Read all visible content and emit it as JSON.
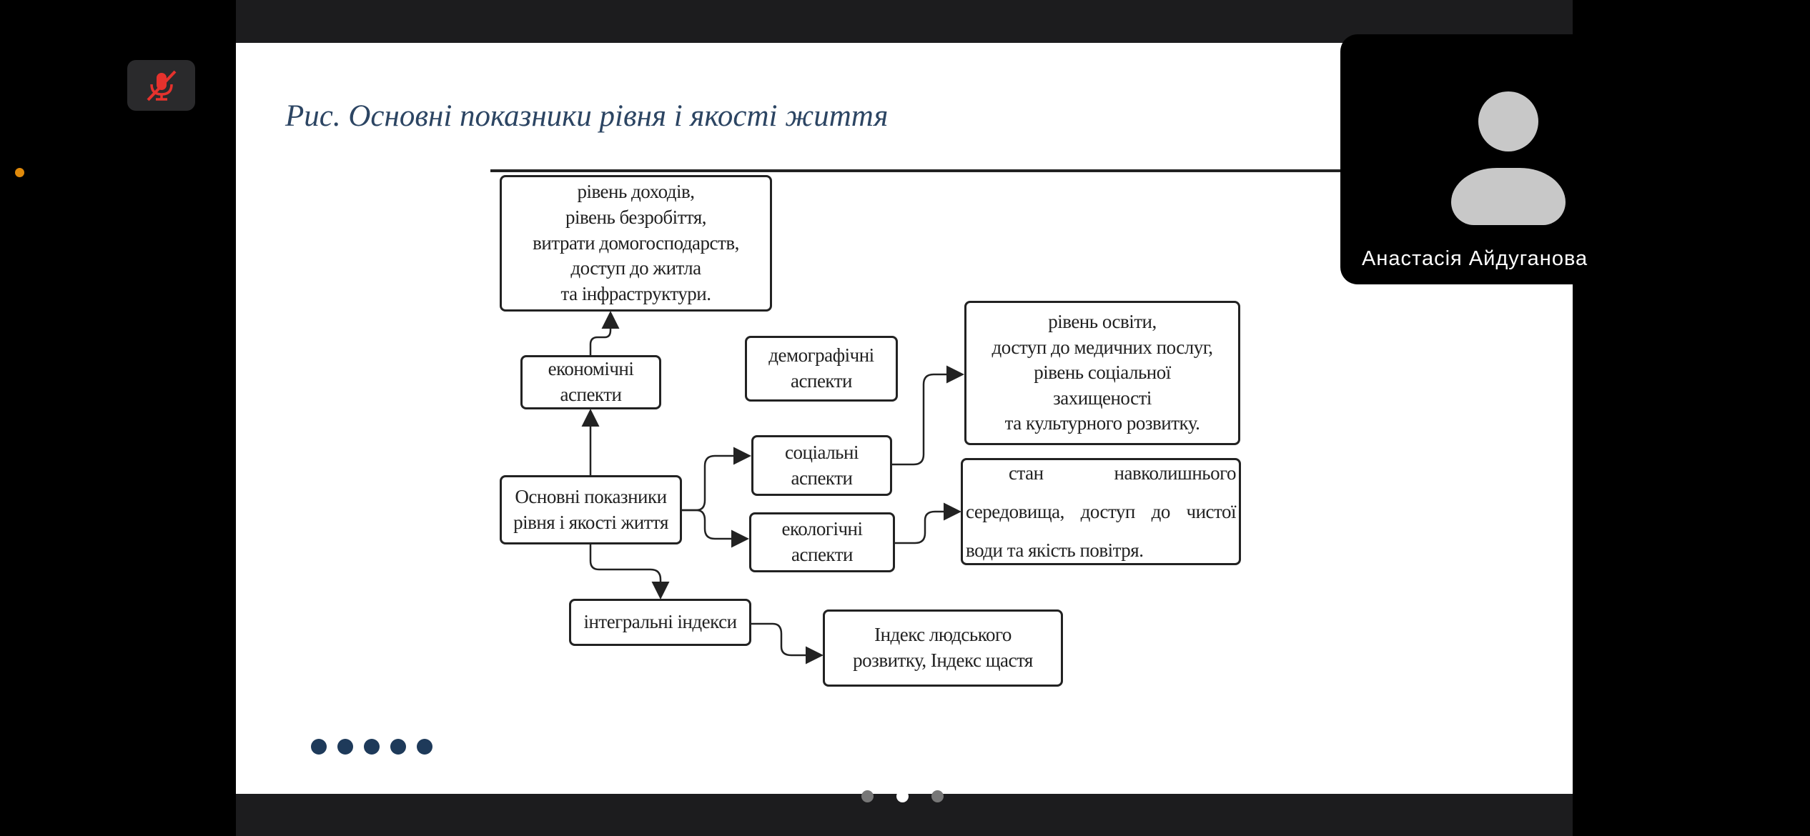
{
  "meeting": {
    "mic_state": "muted",
    "participant_name": "Анастасія Айдуганова",
    "page_count": 3,
    "current_page": 2
  },
  "slide": {
    "title": "Рис. Основні показники рівня і якості життя",
    "nav_dots": 5,
    "diagram": {
      "economic_details": "рівень доходів,\nрівень безробіття,\nвитрати домогосподарств,\nдоступ до житла\nта інфраструктури.",
      "economic": "економічні\nаспекти",
      "demographic": "демографічні\nаспекти",
      "social_details": "рівень освіти,\nдоступ до медичних послуг,\nрівень соціальної\nзахищеності\nта культурного розвитку.",
      "social": "соціальні\nаспекти",
      "root": "Основні показники\nрівня і якості життя",
      "ecological": "екологічні\nаспекти",
      "ecological_details": "стан навколишнього середовища, доступ до чистої води та якість повітря.",
      "integral": "інтегральні індекси",
      "integral_details": "Індекс людського\nрозвитку, Індекс щастя"
    }
  },
  "colors": {
    "accent_title": "#2c4563",
    "dots": "#1e3a5a",
    "status_dot": "#e08a0b",
    "mute_red": "#e5322d"
  }
}
